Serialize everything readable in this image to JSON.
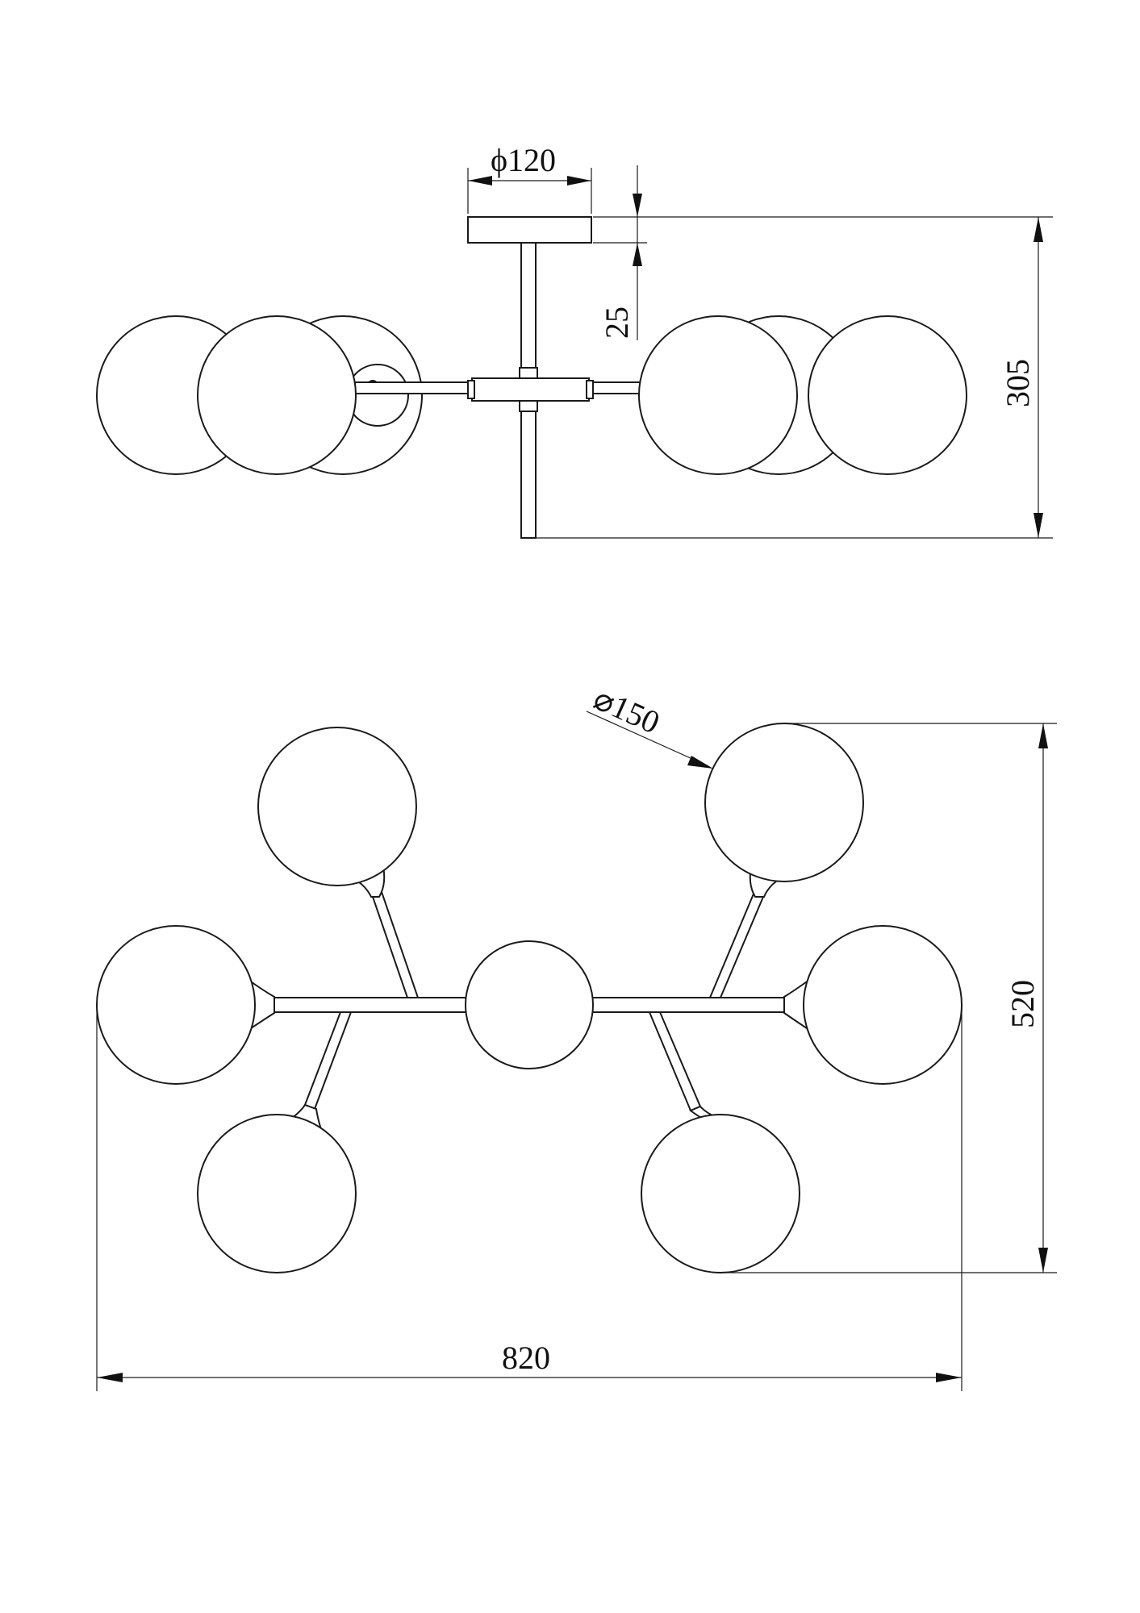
{
  "side_view": {
    "canopy_diameter": "ϕ120",
    "canopy_height": "25",
    "total_height": "305"
  },
  "top_view": {
    "globe_diameter": "⌀150",
    "depth": "520",
    "width": "820"
  },
  "colors": {
    "line": "#1a1a1a",
    "background": "#ffffff"
  }
}
